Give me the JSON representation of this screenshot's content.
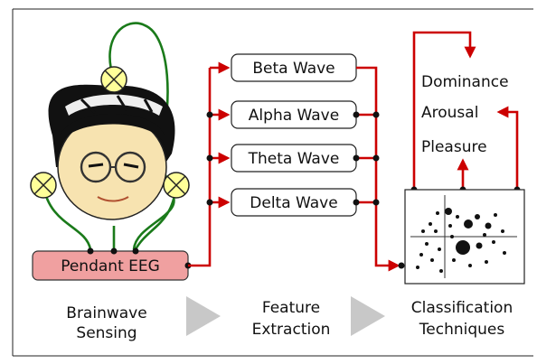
{
  "device_label": "Pendant EEG",
  "waves": [
    "Beta Wave",
    "Alpha Wave",
    "Theta Wave",
    "Delta Wave"
  ],
  "outputs": [
    "Dominance",
    "Arousal",
    "Pleasure"
  ],
  "stages": [
    {
      "line1": "Brainwave",
      "line2": "Sensing"
    },
    {
      "line1": "Feature",
      "line2": "Extraction"
    },
    {
      "line1": "Classification",
      "line2": "Techniques"
    }
  ],
  "colors": {
    "wire": "#cc0000",
    "electrode_wire": "#1a7a1a",
    "device_fill": "#f0a0a0",
    "electrode": "#ffff99",
    "arrow": "#c8c8c8"
  },
  "icons": [
    "person-face-icon",
    "electrode-icon",
    "scatter-plot-icon",
    "stage-arrow-icon"
  ]
}
